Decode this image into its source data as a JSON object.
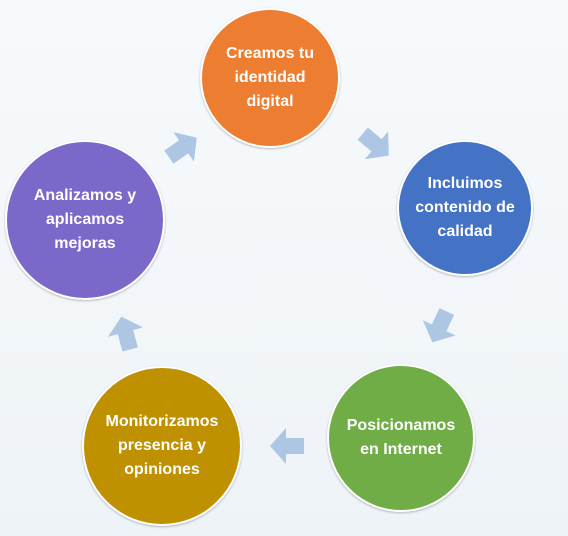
{
  "diagram": {
    "type": "cycle",
    "nodes": [
      {
        "id": "identity",
        "label": "Creamos tu\nidentidad\ndigital",
        "color": "#ed7d31"
      },
      {
        "id": "content",
        "label": "Incluimos\ncontenido de\ncalidad",
        "color": "#4472c4"
      },
      {
        "id": "position",
        "label": "Posicionamos\nen Internet",
        "color": "#70ad47"
      },
      {
        "id": "monitor",
        "label": "Monitorizamos\npresencia y\nopiniones",
        "color": "#bf9000"
      },
      {
        "id": "analyze",
        "label": "Analizamos y\naplicamos\nmejoras",
        "color": "#7b68c8"
      }
    ],
    "edges": [
      {
        "from": "identity",
        "to": "content"
      },
      {
        "from": "content",
        "to": "position"
      },
      {
        "from": "position",
        "to": "monitor"
      },
      {
        "from": "monitor",
        "to": "analyze"
      },
      {
        "from": "analyze",
        "to": "identity"
      }
    ],
    "arrow_color": "#adc6e3"
  }
}
